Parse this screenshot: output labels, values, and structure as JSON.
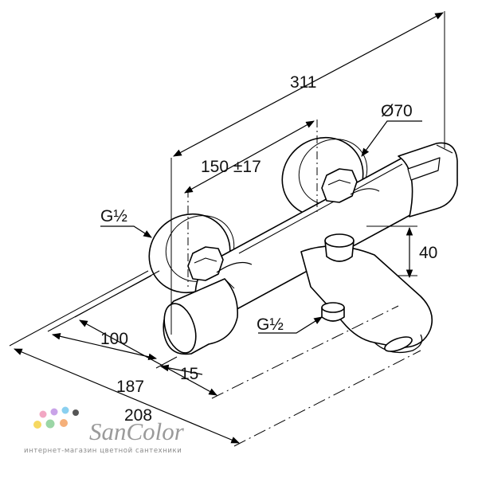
{
  "dimensions": {
    "overall_width": "311",
    "center_distance": "150 ±17",
    "flange_diameter": "Ø70",
    "spout_height": "40",
    "inlet_thread": "G½",
    "outlet_thread": "G½",
    "depth_100": "100",
    "depth_187": "187",
    "depth_208": "208",
    "offset_15": "15"
  },
  "watermark": {
    "brand": "SanColor",
    "tagline": "интернет-магазин цветной сантехники",
    "dot_colors": [
      "#f2a7c3",
      "#c9a3e8",
      "#8ad0f0",
      "#f6d860",
      "#9bd6a6",
      "#f5b07a",
      "#555555"
    ]
  }
}
